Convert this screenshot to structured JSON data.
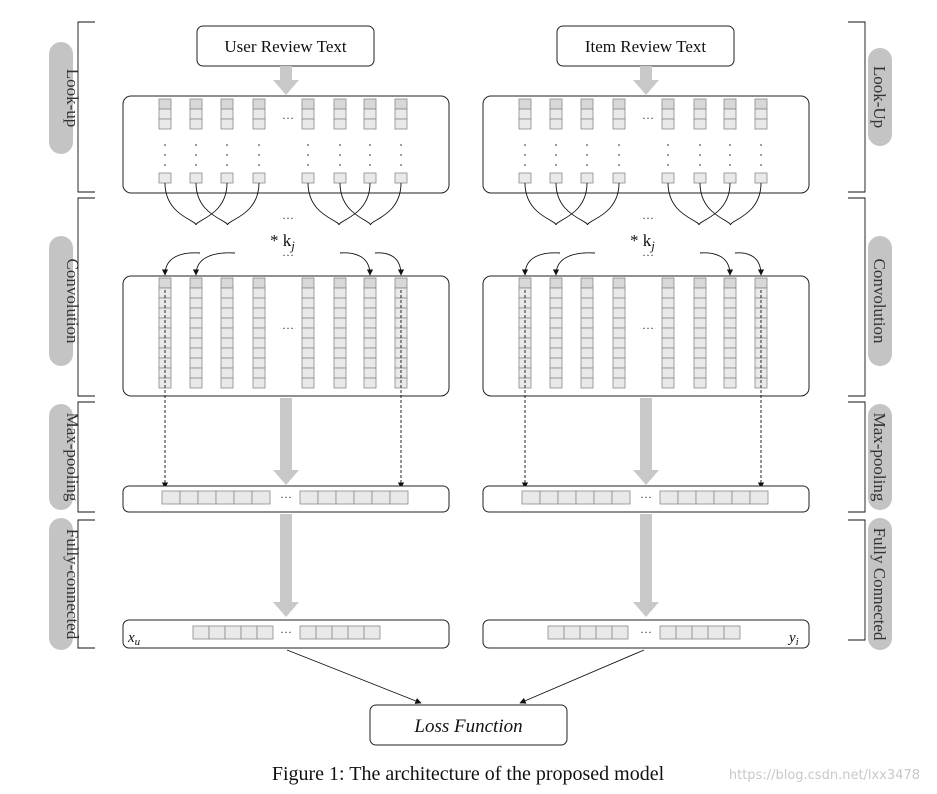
{
  "inputs": {
    "user": "User Review Text",
    "item": "Item Review Text"
  },
  "layers_left": [
    "Look-up",
    "Convolution",
    "Max-pooling",
    "Fully-connected"
  ],
  "layers_right": [
    "Look-Up",
    "Convolution",
    "Max-pooling",
    "Fully Connected"
  ],
  "kernel_label": "* k",
  "kernel_sub": "j",
  "ellipsis": "···",
  "vertical_dots": "·",
  "outputs": {
    "user_var": "x",
    "user_sub": "u",
    "item_var": "y",
    "item_sub": "i"
  },
  "loss": "Loss Function",
  "caption": "Figure 1: The architecture of the proposed model",
  "watermark": "https://blog.csdn.net/lxx3478"
}
